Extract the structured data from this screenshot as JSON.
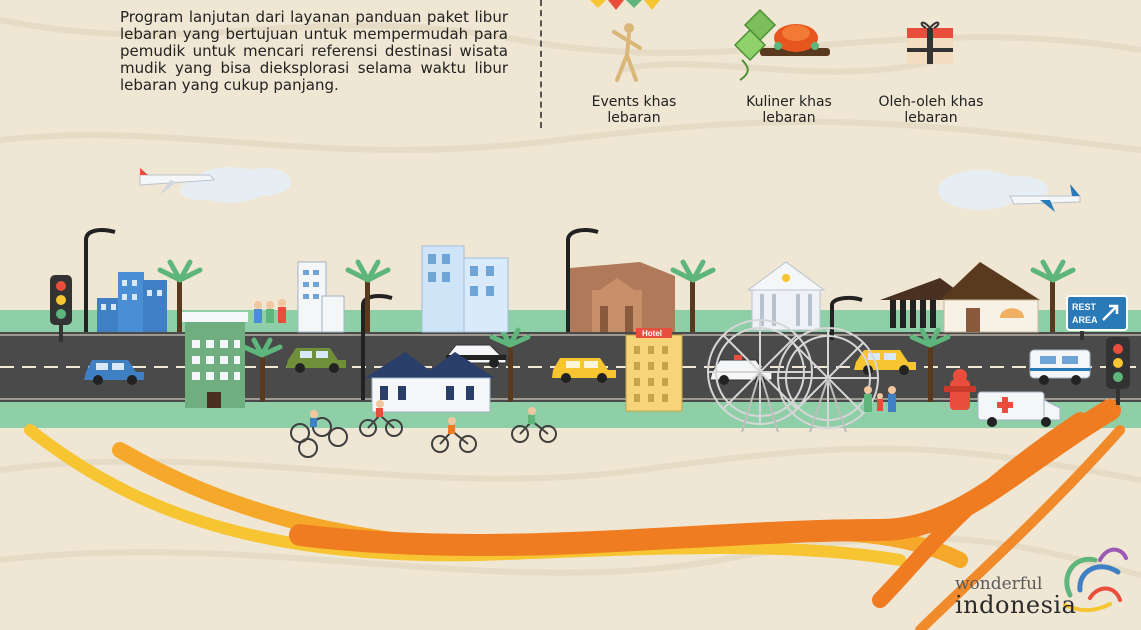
{
  "intro": {
    "paragraph": "Program lanjutan dari layanan panduan paket libur lebaran yang bertujuan untuk mempermudah para pemudik untuk mencari referensi destinasi wisata mudik yang bisa dieksplorasi selama waktu libur lebaran yang cukup panjang."
  },
  "categories": [
    {
      "label": "Events khas lebaran",
      "icon": "dancer-icon"
    },
    {
      "label": "Kuliner khas lebaran",
      "icon": "ketupat-food-icon"
    },
    {
      "label": "Oleh-oleh khas lebaran",
      "icon": "gift-box-icon"
    }
  ],
  "signs": {
    "rest_area": "REST AREA",
    "hotel": "Hotel"
  },
  "logo": {
    "line1": "wonderful",
    "line2": "indonesia"
  },
  "colors": {
    "background": "#efe6d3",
    "road": "#4a4a4a",
    "grass": "#8fcfa7",
    "ribbon_yellow": "#f6c531",
    "ribbon_orange": "#f07c22",
    "sign_blue": "#2a7ab8"
  }
}
